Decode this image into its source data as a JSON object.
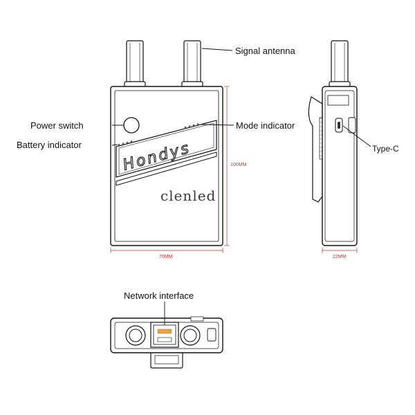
{
  "labels": {
    "signal_antenna": "Signal antenna",
    "power_switch": "Power switch",
    "battery_indicator": "Battery indicator",
    "mode_indicator": "Mode indicator",
    "type_c": "Type-C",
    "network_interface": "Network interface"
  },
  "brand": "Hondys",
  "watermark": "clenled",
  "dimensions": {
    "height": "100MM",
    "width": "70MM",
    "depth": "22MM"
  },
  "colors": {
    "line": "#111111",
    "dimension": "#c83232",
    "port_accent": "#e8a24a"
  }
}
